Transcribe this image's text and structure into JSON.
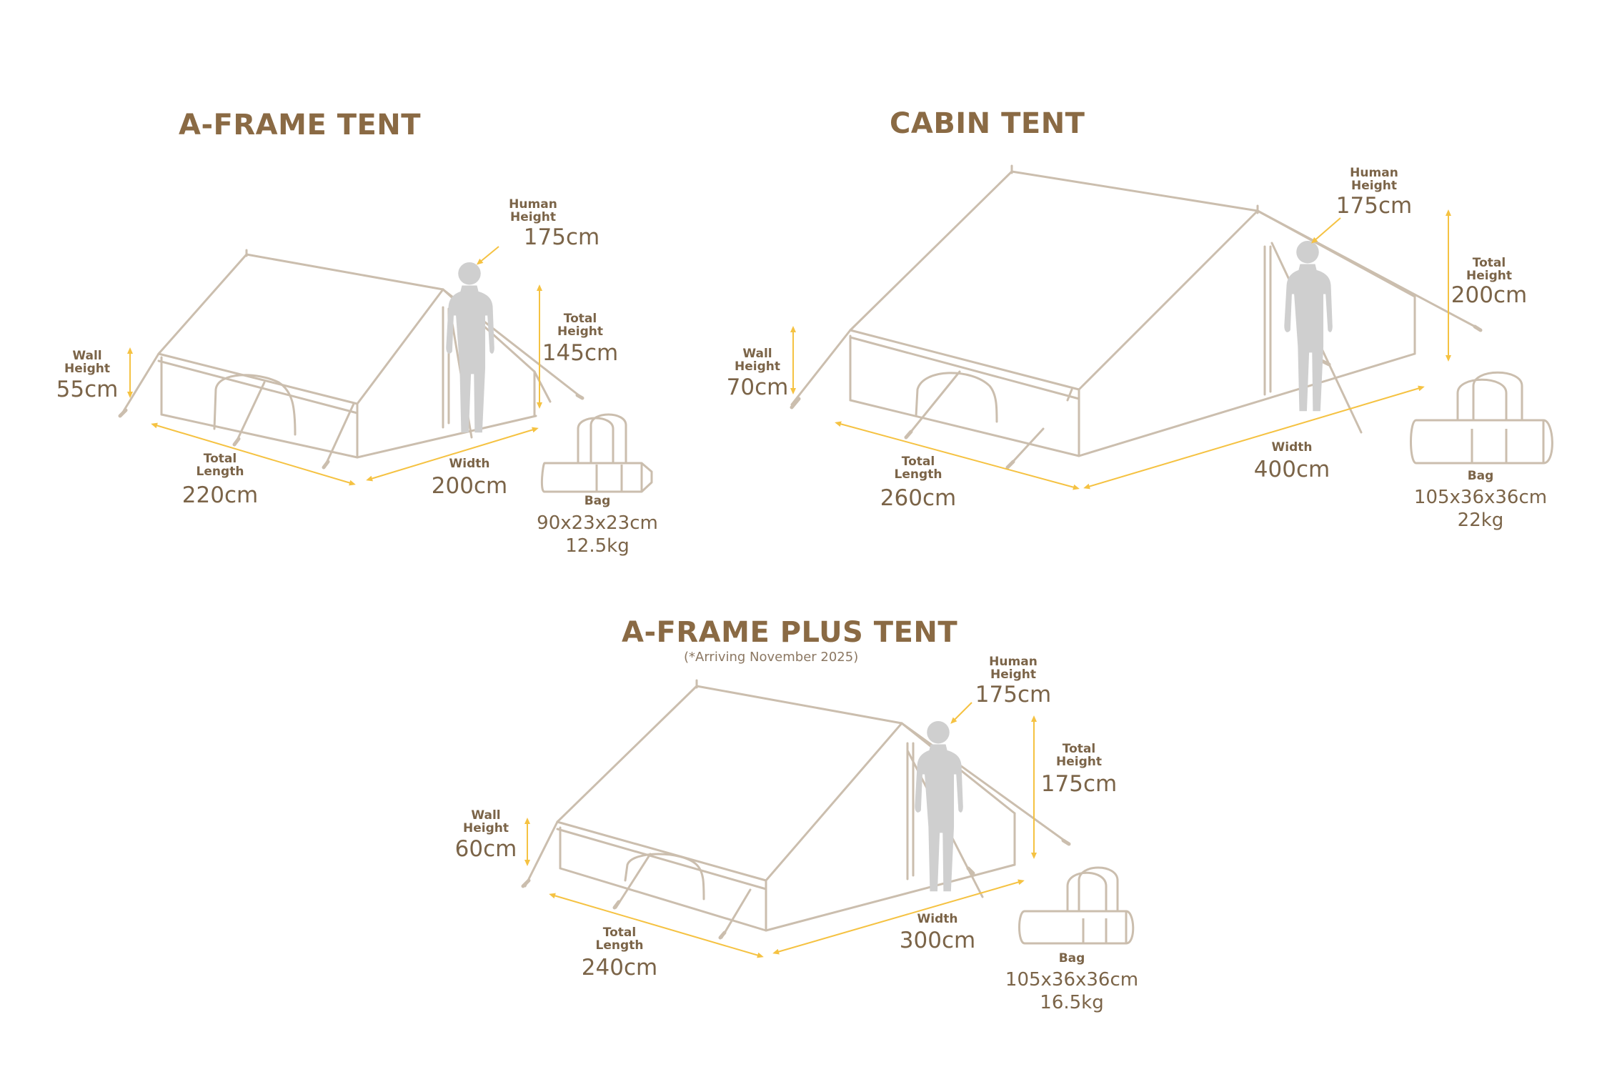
{
  "colors": {
    "title": "#8a6a44",
    "label": "#7b6448",
    "tent_line": "#cbbeae",
    "arrow": "#f5c242",
    "person": "#cfcfcf"
  },
  "tents": [
    {
      "title": "A-FRAME TENT",
      "human_height": {
        "label_1": "Human",
        "label_2": "Height",
        "value": "175cm"
      },
      "total_height": {
        "label_1": "Total",
        "label_2": "Height",
        "value": "145cm"
      },
      "wall_height": {
        "label_1": "Wall",
        "label_2": "Height",
        "value": "55cm"
      },
      "total_length": {
        "label_1": "Total",
        "label_2": "Length",
        "value": "220cm"
      },
      "width": {
        "label": "Width",
        "value": "200cm"
      },
      "bag": {
        "label": "Bag",
        "size": "90x23x23cm",
        "weight": "12.5kg"
      }
    },
    {
      "title": "CABIN TENT",
      "human_height": {
        "label_1": "Human",
        "label_2": "Height",
        "value": "175cm"
      },
      "total_height": {
        "label_1": "Total",
        "label_2": "Height",
        "value": "200cm"
      },
      "wall_height": {
        "label_1": "Wall",
        "label_2": "Height",
        "value": "70cm"
      },
      "total_length": {
        "label_1": "Total",
        "label_2": "Length",
        "value": "260cm"
      },
      "width": {
        "label": "Width",
        "value": "400cm"
      },
      "bag": {
        "label": "Bag",
        "size": "105x36x36cm",
        "weight": "22kg"
      }
    },
    {
      "title": "A-FRAME PLUS TENT",
      "note": "(*Arriving November 2025)",
      "human_height": {
        "label_1": "Human",
        "label_2": "Height",
        "value": "175cm"
      },
      "total_height": {
        "label_1": "Total",
        "label_2": "Height",
        "value": "175cm"
      },
      "wall_height": {
        "label_1": "Wall",
        "label_2": "Height",
        "value": "60cm"
      },
      "total_length": {
        "label_1": "Total",
        "label_2": "Length",
        "value": "240cm"
      },
      "width": {
        "label": "Width",
        "value": "300cm"
      },
      "bag": {
        "label": "Bag",
        "size": "105x36x36cm",
        "weight": "16.5kg"
      }
    }
  ]
}
